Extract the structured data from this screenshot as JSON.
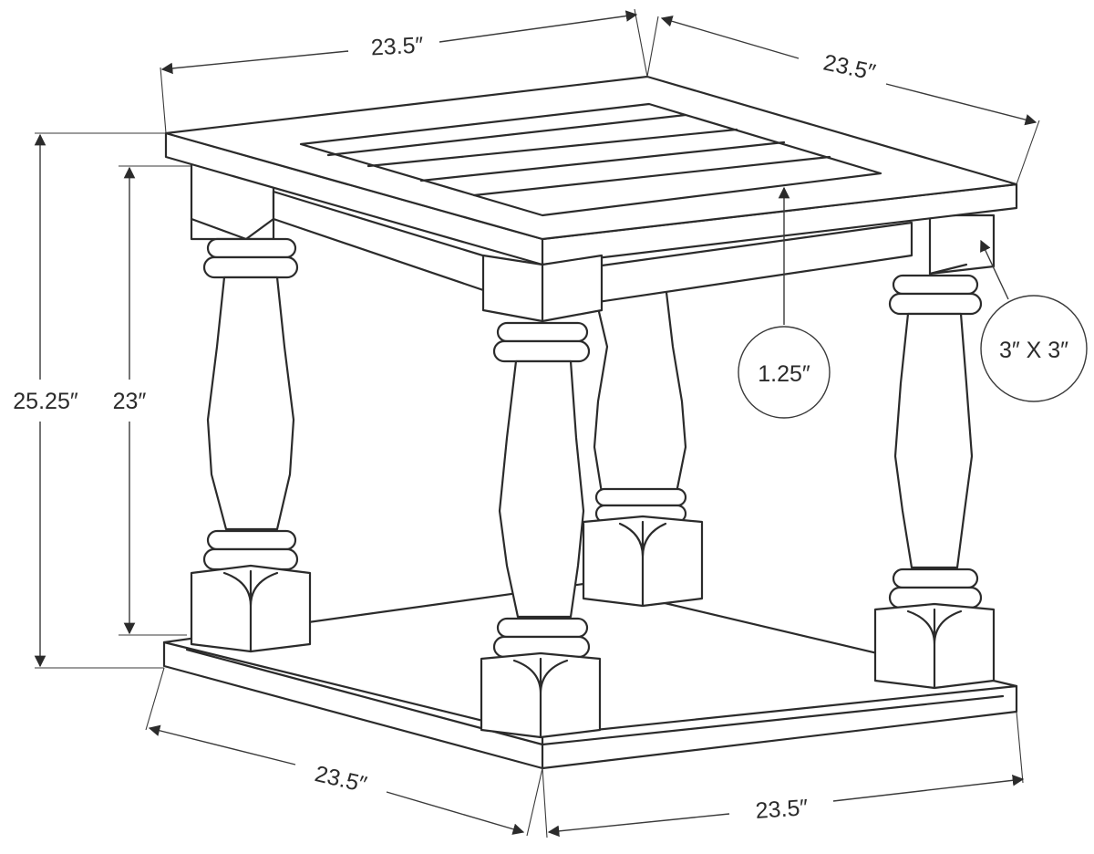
{
  "dimensions": {
    "top_width": "23.5″",
    "top_depth": "23.5″",
    "overall_height": "25.25″",
    "leg_height": "23″",
    "bottom_depth": "23.5″",
    "bottom_width": "23.5″"
  },
  "callouts": {
    "top_thickness": "1.25″",
    "leg_size": "3″ X 3″"
  }
}
